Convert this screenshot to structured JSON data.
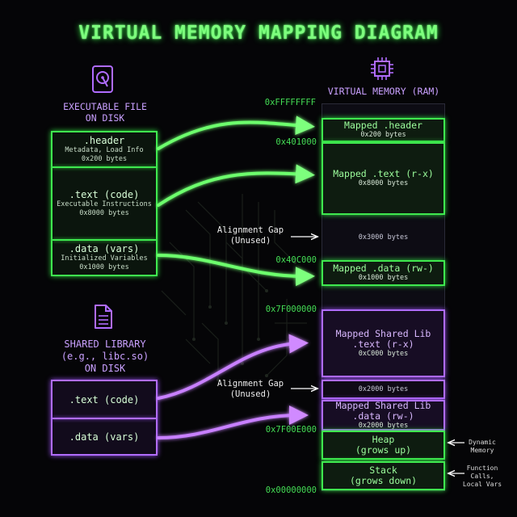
{
  "title": "VIRTUAL MEMORY MAPPING DIAGRAM",
  "icons": {
    "disk": "hard-disk-icon",
    "chip": "cpu-chip-icon",
    "file": "document-icon"
  },
  "colors": {
    "green": "#3fe84f",
    "purple": "#b06cff",
    "background": "#050507"
  },
  "executable": {
    "label_line1": "EXECUTABLE FILE",
    "label_line2": "ON DISK",
    "sections": [
      {
        "title": ".header",
        "line1": "Metadata, Load Info",
        "line2": "0x200 bytes"
      },
      {
        "title": ".text (code)",
        "line1": "Executable Instructions",
        "line2": "0x8000 bytes"
      },
      {
        "title": ".data (vars)",
        "line1": "Initialized Variables",
        "line2": "0x1000 bytes"
      }
    ]
  },
  "library": {
    "label_line1": "SHARED LIBRARY",
    "label_line2": "(e.g., libc.so)",
    "label_line3": "ON DISK",
    "sections": [
      {
        "title": ".text (code)"
      },
      {
        "title": ".data (vars)"
      }
    ]
  },
  "memory": {
    "label": "VIRTUAL MEMORY (RAM)",
    "addresses": {
      "top": "0xFFFFFFFF",
      "a401000": "0x401000",
      "a40c000": "0x40C000",
      "a7f000000": "0x7F000000",
      "a7f00e000": "0x7F00E000",
      "bottom": "0x00000000"
    },
    "segments": {
      "header": {
        "title": "Mapped .header",
        "size": "0x200 bytes"
      },
      "text": {
        "title": "Mapped .text (r-x)",
        "size": "0x8000 bytes"
      },
      "gap1": {
        "size": "0x3000 bytes"
      },
      "data": {
        "title": "Mapped .data (rw-)",
        "size": "0x1000 bytes"
      },
      "libtext": {
        "title1": "Mapped Shared Lib",
        "title2": ".text (r-x)",
        "size": "0xC000 bytes"
      },
      "gap2": {
        "size": "0x2000 bytes"
      },
      "libdata": {
        "title1": "Mapped Shared Lib",
        "title2": ".data (rw-)",
        "size": "0x2000 bytes"
      },
      "heap": {
        "title1": "Heap",
        "title2": "(grows up)"
      },
      "stack": {
        "title1": "Stack",
        "title2": "(grows down)"
      }
    }
  },
  "notes": {
    "gap1_line1": "Alignment Gap",
    "gap1_line2": "(Unused)",
    "gap2_line1": "Alignment Gap",
    "gap2_line2": "(Unused)",
    "heap_line1": "Dynamic",
    "heap_line2": "Memory",
    "stack_line1": "Function",
    "stack_line2": "Calls,",
    "stack_line3": "Local Vars"
  }
}
